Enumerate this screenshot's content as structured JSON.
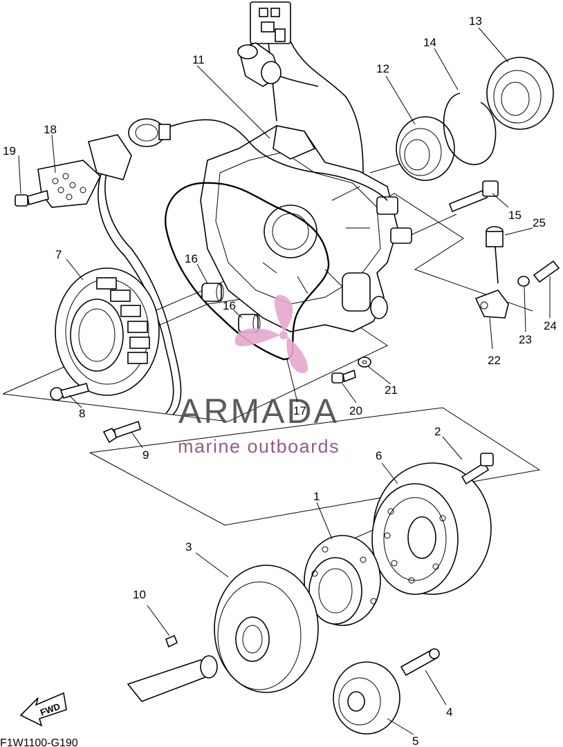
{
  "diagram_code": "F1W1100-G190",
  "fwd_label": "FWD",
  "watermark": {
    "brand": "ARMADA",
    "tagline": "marine outboards",
    "logo_color": "#e7a6cf"
  },
  "part_numbers": [
    "1",
    "2",
    "3",
    "4",
    "5",
    "6",
    "7",
    "8",
    "9",
    "10",
    "11",
    "12",
    "13",
    "14",
    "15",
    "16",
    "16",
    "17",
    "18",
    "19",
    "20",
    "21",
    "22",
    "23",
    "24",
    "25"
  ]
}
